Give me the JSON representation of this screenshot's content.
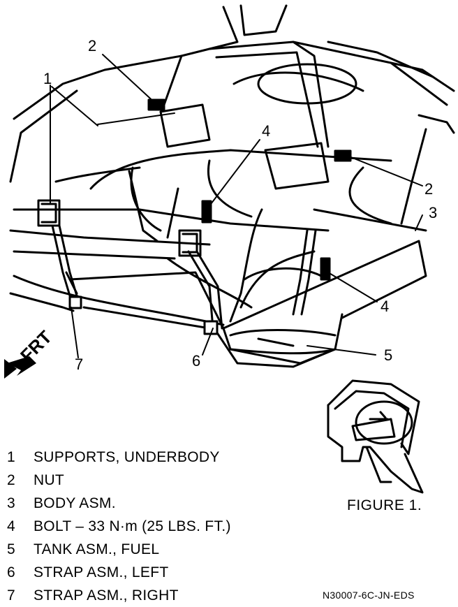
{
  "figure": {
    "callouts": [
      "1",
      "2",
      "2",
      "3",
      "4",
      "4",
      "5",
      "6",
      "7"
    ],
    "direction_label": "FRT",
    "detail_label": "FIGURE 1."
  },
  "legend": [
    {
      "num": "1",
      "text": "SUPPORTS, UNDERBODY"
    },
    {
      "num": "2",
      "text": "NUT"
    },
    {
      "num": "3",
      "text": "BODY ASM."
    },
    {
      "num": "4",
      "text": "BOLT – 33 N·m (25 LBS. FT.)"
    },
    {
      "num": "5",
      "text": "TANK ASM., FUEL"
    },
    {
      "num": "6",
      "text": "STRAP ASM., LEFT"
    },
    {
      "num": "7",
      "text": "STRAP ASM., RIGHT"
    }
  ],
  "reference_code": "N30007-6C-JN-EDS"
}
